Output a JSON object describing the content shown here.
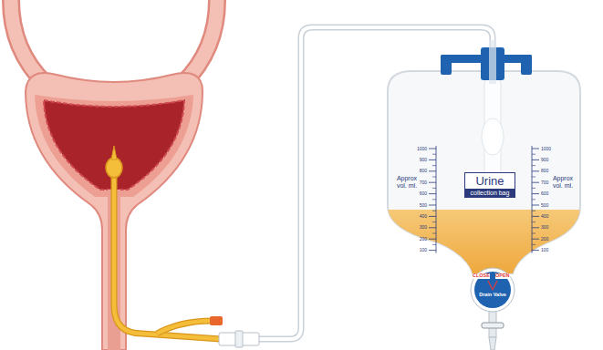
{
  "diagram": {
    "nodes": [
      {
        "text": [
          "Urine",
          "collection bag"
        ]
      },
      {
        "text": [
          "CLOSE",
          "OPEN",
          "Drain Valve"
        ]
      }
    ],
    "labels": [
      "Approx vol. ml.",
      "1000",
      "900",
      "800",
      "700",
      "600",
      "500",
      "400",
      "300",
      "200",
      "100",
      "Approx vol. ml.",
      "1000",
      "900",
      "800",
      "700",
      "600",
      "500",
      "400",
      "300",
      "200",
      "100"
    ]
  }
}
